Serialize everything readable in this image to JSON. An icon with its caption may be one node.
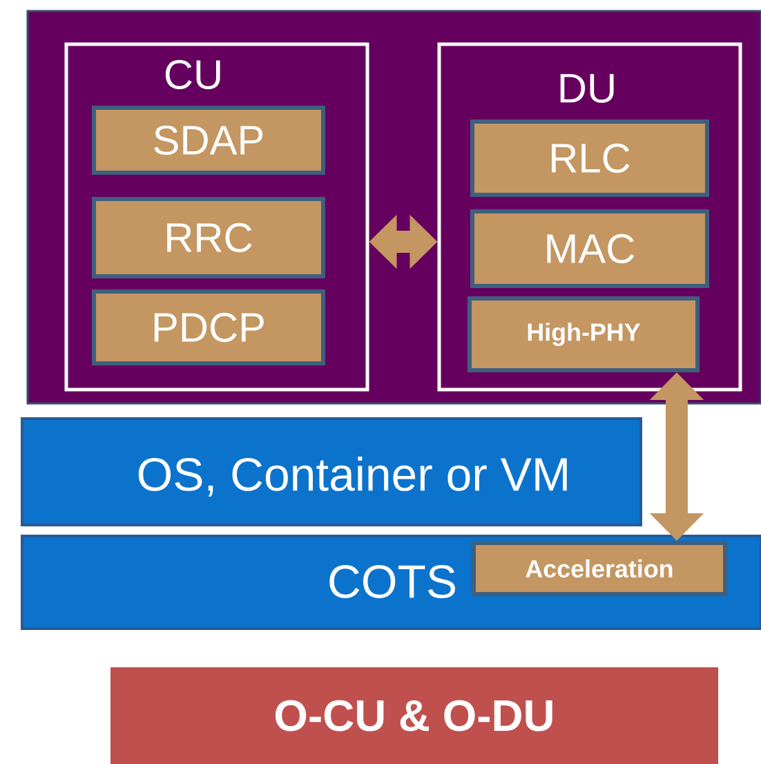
{
  "diagram": {
    "nodes": [
      {
        "text": [],
        "shape": "box"
      },
      {
        "text": [
          "CU"
        ],
        "in": 0
      },
      {
        "text": [
          "SDAP"
        ],
        "in": 1
      },
      {
        "text": [
          "RRC"
        ],
        "in": 1
      },
      {
        "text": [
          "PDCP"
        ],
        "in": 1
      },
      {
        "text": [
          "DU"
        ],
        "in": 0
      },
      {
        "text": [
          "RLC"
        ],
        "in": 5
      },
      {
        "text": [
          "MAC"
        ],
        "in": 5
      },
      {
        "text": [
          "High-PHY"
        ],
        "in": 5
      },
      {
        "text": [
          "OS, Container or VM"
        ]
      },
      {
        "text": [
          "COTS"
        ]
      },
      {
        "text": [
          "Acceleration"
        ],
        "in": 10
      },
      {
        "text": [
          "O-CU & O-DU"
        ]
      }
    ],
    "edges": [
      {
        "from": 1,
        "to": 5,
        "arrow": "both"
      },
      {
        "from": 8,
        "to": 11,
        "arrow": "both"
      }
    ]
  }
}
